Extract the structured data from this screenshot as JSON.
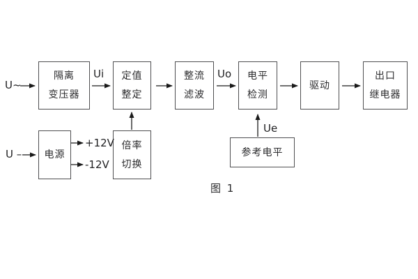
{
  "figure_caption": "图 1",
  "blocks": {
    "isolation_transformer": {
      "line1": "隔离",
      "line2": "变压器"
    },
    "setting_adjustment": {
      "line1": "定值",
      "line2": "整定"
    },
    "rectifier_filter": {
      "line1": "整流",
      "line2": "滤波"
    },
    "level_detection": {
      "line1": "电平",
      "line2": "检测"
    },
    "driver": {
      "label": "驱动"
    },
    "output_relay": {
      "line1": "出口",
      "line2": "继电器"
    },
    "power_supply": {
      "label": "电源"
    },
    "ratio_switch": {
      "line1": "倍率",
      "line2": "切换"
    },
    "reference_level": {
      "label": "参考电平"
    }
  },
  "signals": {
    "ac_input": "U~",
    "ui": "Ui",
    "uo": "Uo",
    "ue": "Ue",
    "dc_input": "U –",
    "plus_12v": "+12V",
    "minus_12v": "-12V"
  },
  "colors": {
    "border": "#4e4e50",
    "text": "#2b2b2d",
    "arrow": "#1a1a1a",
    "background": "#ffffff"
  }
}
